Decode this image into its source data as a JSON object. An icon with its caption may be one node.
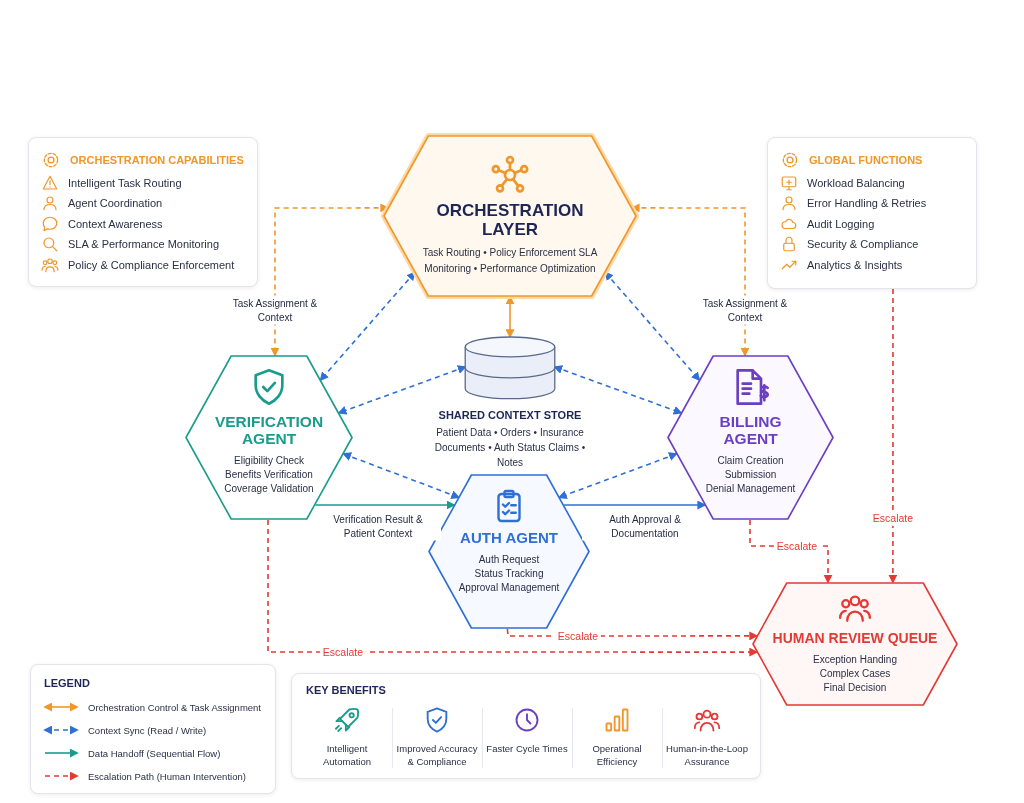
{
  "diagram": {
    "nodes": [
      {
        "text": [
          "ORCHESTRATION CAPABILITIES",
          "Intelligent Task Routing",
          "Agent Coordination",
          "Context Awareness",
          "SLA & Performance Monitoring",
          "Policy & Compliance Enforcement"
        ]
      },
      {
        "text": [
          "GLOBAL FUNCTIONS",
          "Workload Balancing",
          "Error Handling & Retries",
          "Audit Logging",
          "Security & Compliance",
          "Analytics & Insights"
        ]
      },
      {
        "text": [
          "ORCHESTRATION LAYER",
          "Task Routing • Policy Enforcement SLA Monitoring • Performance Optimization"
        ]
      },
      {
        "text": [
          "SHARED CONTEXT STORE",
          "Patient Data • Orders • Insurance Documents • Auth Status Claims • Notes"
        ]
      },
      {
        "text": [
          "VERIFICATION AGENT",
          "Eligibility Check",
          "Benefits Verification",
          "Coverage Validation"
        ]
      },
      {
        "text": [
          "BILLING AGENT",
          "Claim Creation",
          "Submission",
          "Denial Management"
        ]
      },
      {
        "text": [
          "AUTH AGENT",
          "Auth Request",
          "Status Tracking",
          "Approval Management"
        ]
      },
      {
        "text": [
          "HUMAN REVIEW QUEUE",
          "Exception Handing",
          "Complex Cases",
          "Final Decision"
        ]
      },
      {
        "text": [
          "KEY BENEFITS",
          "Intelligent Automation",
          "Improved Accuracy & Compliance",
          "Faster Cycle Times",
          "Operational Efficiency",
          "Human-in-the-Loop Assurance"
        ]
      }
    ],
    "edges": [
      {
        "from": 2,
        "to": 4,
        "arrow": "both",
        "label": "Task Assignment & Context",
        "style": "dashed",
        "color": "#f0962a"
      },
      {
        "from": 2,
        "to": 5,
        "arrow": "both",
        "label": "Task Assignment & Context",
        "style": "dashed",
        "color": "#f0962a"
      },
      {
        "from": 2,
        "to": 3,
        "arrow": "both",
        "color": "#f0962a"
      },
      {
        "from": 2,
        "to": 4,
        "arrow": "both",
        "style": "dashed"
      },
      {
        "from": 2,
        "to": 5,
        "arrow": "both",
        "style": "dashed"
      },
      {
        "from": 3,
        "to": 4,
        "arrow": "both",
        "style": "dashed"
      },
      {
        "from": 3,
        "to": 5,
        "arrow": "both",
        "style": "dashed"
      },
      {
        "from": 4,
        "to": 6,
        "arrow": "both",
        "style": "dashed"
      },
      {
        "from": 5,
        "to": 6,
        "arrow": "both",
        "style": "dashed"
      },
      {
        "from": 4,
        "to": 6,
        "arrow": "to",
        "label": "Verification Result & Patient Context",
        "color": "#1a9c8c"
      },
      {
        "from": 6,
        "to": 5,
        "arrow": "to",
        "label": "Auth Approval & Documentation"
      },
      {
        "from": 4,
        "to": 7,
        "arrow": "to",
        "label": "Escalate",
        "style": "dashed",
        "color": "#e53935"
      },
      {
        "from": 6,
        "to": 7,
        "arrow": "to",
        "label": "Escalate",
        "style": "dashed",
        "color": "#e53935"
      },
      {
        "from": 5,
        "to": 7,
        "arrow": "to",
        "label": "Escalate",
        "style": "dashed",
        "color": "#e53935"
      },
      {
        "from": 1,
        "to": 7,
        "arrow": "to",
        "label": "Escalate",
        "style": "dashed",
        "color": "#e53935"
      }
    ],
    "labels": [
      "LEGEND"
    ],
    "legend": [
      {
        "text": "Orchestration Control & Task Assignment"
      },
      {
        "text": "Context Sync (Read / Write)"
      },
      {
        "text": "Data Handoff (Sequential Flow)"
      },
      {
        "text": "Escalation Path (Human Intervention)"
      }
    ]
  }
}
